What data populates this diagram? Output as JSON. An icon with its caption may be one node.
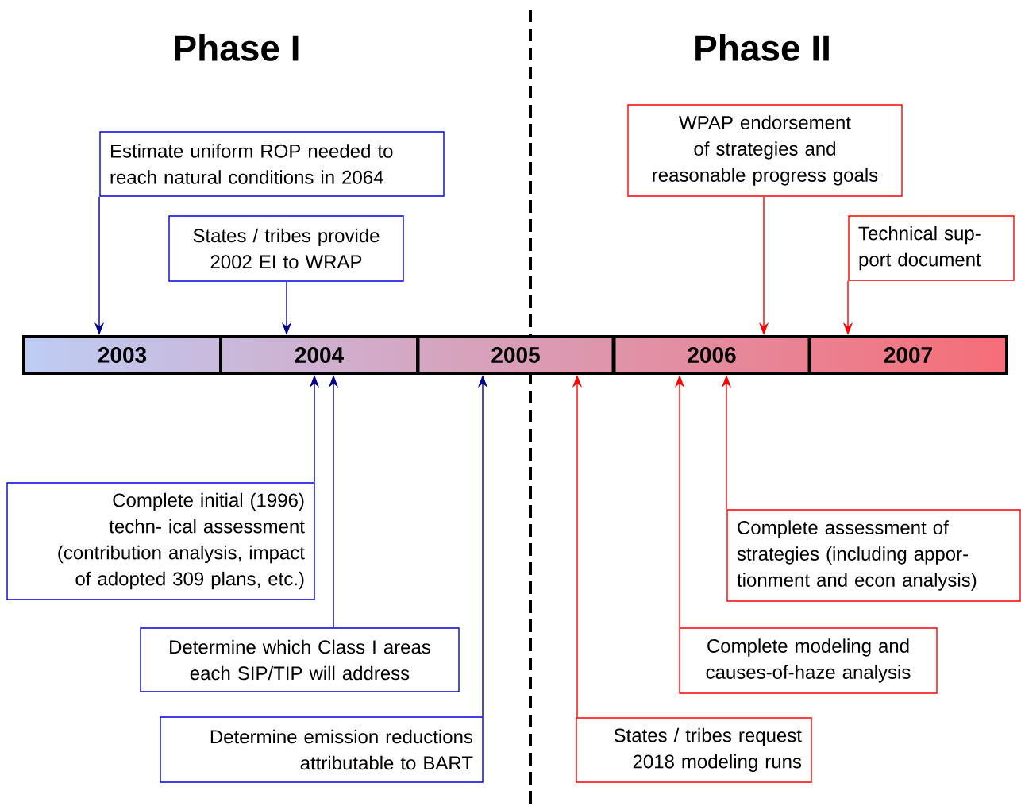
{
  "diagram": {
    "nodes": [
      {
        "text": [
          "2003"
        ]
      },
      {
        "text": [
          "2004"
        ]
      },
      {
        "text": [
          "2005"
        ]
      },
      {
        "text": [
          "2006"
        ]
      },
      {
        "text": [
          "2007"
        ]
      },
      {
        "text": [
          "Estimate uniform ROP needed to reach natural conditions in 2064"
        ]
      },
      {
        "text": [
          "States / tribes provide 2002 EI to WRAP"
        ]
      },
      {
        "text": [
          "Complete initial (1996) techn- ical assessment (contribution analysis, impact of adopted 309 plans, etc.)"
        ]
      },
      {
        "text": [
          "Determine which Class I areas each SIP/TIP will address"
        ]
      },
      {
        "text": [
          "Determine emission reductions attributable to BART"
        ]
      },
      {
        "text": [
          "WPAP endorsement of strategies and reasonable progress goals"
        ]
      },
      {
        "text": [
          "Technical sup- port document"
        ]
      },
      {
        "text": [
          "Complete assessment of strategies (including appor- tionment and econ analysis)"
        ]
      },
      {
        "text": [
          "Complete modeling and causes-of-haze analysis"
        ]
      },
      {
        "text": [
          "States / tribes request 2018 modeling runs"
        ]
      }
    ],
    "edges": [
      {
        "from": 5,
        "to": 0,
        "arrow": "to",
        "color": "#00008b"
      },
      {
        "from": 6,
        "to": 1,
        "arrow": "to",
        "color": "#00008b"
      },
      {
        "from": 7,
        "to": 1,
        "arrow": "to",
        "color": "#00008b"
      },
      {
        "from": 8,
        "to": 1,
        "arrow": "to",
        "color": "#00008b"
      },
      {
        "from": 9,
        "to": 2,
        "arrow": "to",
        "color": "#00008b"
      },
      {
        "from": 10,
        "to": 3,
        "arrow": "to",
        "color": "#ff0000"
      },
      {
        "from": 11,
        "to": 4,
        "arrow": "to",
        "color": "#ff0000"
      },
      {
        "from": 12,
        "to": 3,
        "arrow": "to",
        "color": "#ff0000"
      },
      {
        "from": 13,
        "to": 3,
        "arrow": "to",
        "color": "#ff0000"
      },
      {
        "from": 14,
        "to": 2,
        "arrow": "to",
        "color": "#ff0000"
      }
    ],
    "labels": [
      "Phase I",
      "Phase II"
    ]
  }
}
